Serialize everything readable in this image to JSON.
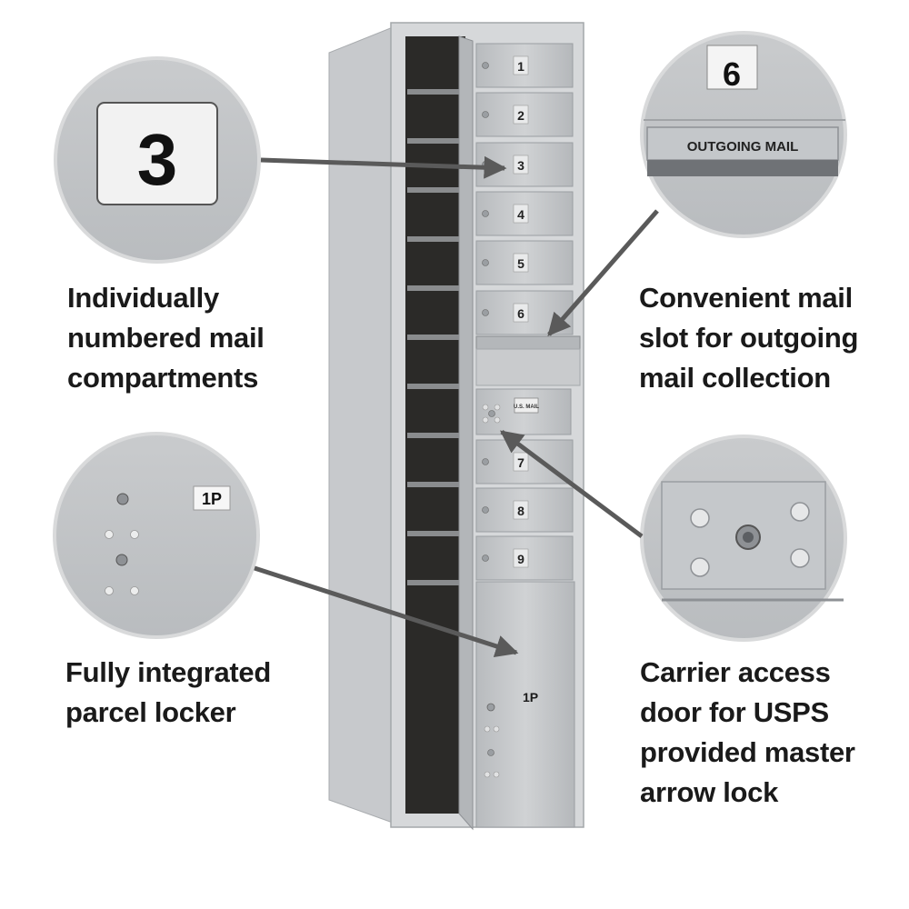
{
  "captions": {
    "numbered": "Individually\nnumbered mail\ncompartments",
    "slot": "Convenient mail\nslot for outgoing\nmail collection",
    "parcel": "Fully integrated\nparcel locker",
    "carrier": "Carrier access\ndoor for USPS\nprovided master\narrow lock"
  },
  "callouts": {
    "compartment_number": "3",
    "slot_box_number": "6",
    "slot_label": "OUTGOING MAIL",
    "parcel_label": "1P"
  },
  "mailbox": {
    "compartments": [
      {
        "label": "1"
      },
      {
        "label": "2"
      },
      {
        "label": "3"
      },
      {
        "label": "4"
      },
      {
        "label": "5"
      },
      {
        "label": "6"
      },
      {
        "label": "7"
      },
      {
        "label": "8"
      },
      {
        "label": "9"
      }
    ],
    "parcel_label": "1P",
    "carrier_door_label": "U.S. MAIL"
  },
  "colors": {
    "aluminum": "#c2c5c8",
    "aluminum_light": "#d4d6d8",
    "aluminum_dark": "#9a9ea2",
    "cavity": "#2b2a28",
    "arrow": "#5a5a5a",
    "text": "#1a1a1a"
  }
}
